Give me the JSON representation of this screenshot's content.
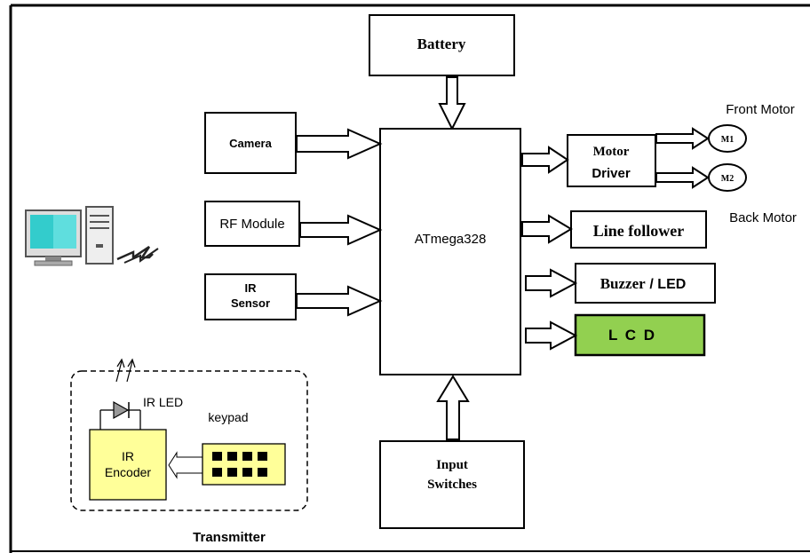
{
  "blocks": {
    "battery": "Battery",
    "camera": "Camera",
    "rf_module": "RF Module",
    "ir_sensor_line1": "IR",
    "ir_sensor_line2": "Sensor",
    "mcu": "ATmega328",
    "motor_driver_line1": "Motor",
    "motor_driver_line2": "Driver",
    "line_follower": "Line follower",
    "buzzer": "Buzzer",
    "led": "/ LED",
    "lcd": "L C D",
    "input_switches_line1": "Input",
    "input_switches_line2": "Switches"
  },
  "motors": {
    "m1": "M1",
    "m2": "M2",
    "front_label": "Front Motor",
    "back_label": "Back Motor"
  },
  "transmitter": {
    "ir_led": "IR LED",
    "keypad": "keypad",
    "encoder_line1": "IR",
    "encoder_line2": "Encoder",
    "title": "Transmitter"
  },
  "colors": {
    "lcd_fill": "#92d050",
    "encoder_fill": "#ffff99",
    "keypad_fill": "#ffff99",
    "monitor_screen": "#33cccc"
  },
  "icons": [
    "computer-icon",
    "wireless-signal-icon",
    "ir-led-icon",
    "ir-emission-icon",
    "motor-icon"
  ]
}
